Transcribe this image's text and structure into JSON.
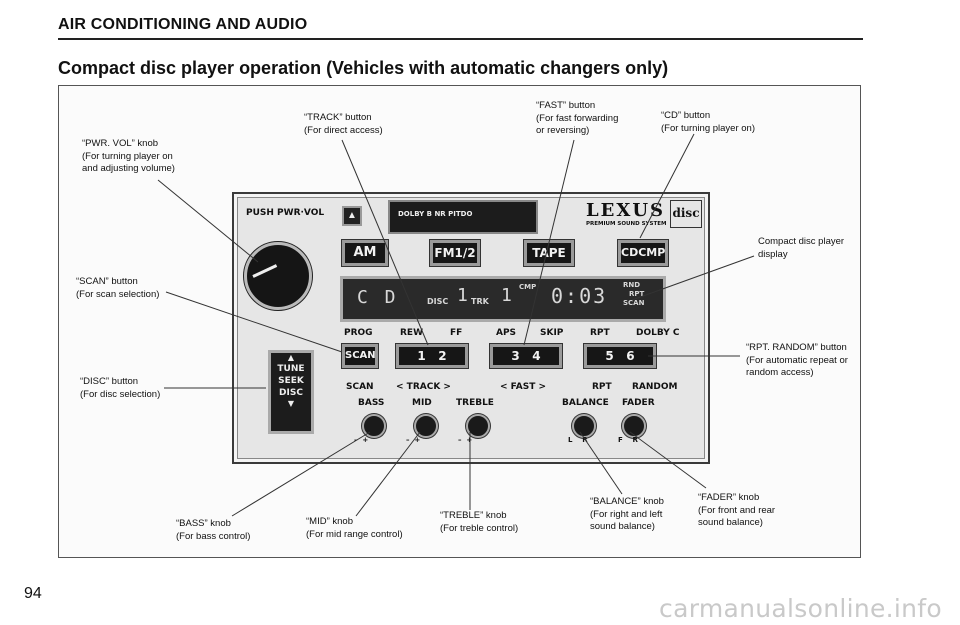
{
  "header": {
    "section_title": "AIR CONDITIONING AND AUDIO"
  },
  "subtitle": "Compact disc player operation (Vehicles with automatic changers only)",
  "page_number": "94",
  "watermark": "carmanualsonline.info",
  "callouts": {
    "pwr_vol": "“PWR. VOL” knob\n(For turning player on\nand adjusting volume)",
    "track": "“TRACK” button\n(For direct access)",
    "fast": "“FAST” button\n(For fast forwarding\nor reversing)",
    "cd": "“CD” button\n(For turning player on)",
    "display": "Compact disc player\ndisplay",
    "scan": "“SCAN” button\n(For scan selection)",
    "rpt_random": "“RPT. RANDOM” button\n(For automatic repeat or\nrandom access)",
    "disc": "“DISC” button\n(For disc selection)",
    "bass": "“BASS” knob\n(For bass control)",
    "mid": "“MID” knob\n(For mid range control)",
    "treble": "“TREBLE” knob\n(For treble control)",
    "balance": "“BALANCE” knob\n(For right and left\nsound balance)",
    "fader": "“FADER” knob\n(For front and rear\nsound balance)"
  },
  "unit": {
    "push_pwr_vol": "PUSH PWR·VOL",
    "cassette_label": "DOLBY B NR  PITDO",
    "eject_glyph": "▲",
    "lexus": "LEXUS",
    "lexus_sub": "PREMIUM SOUND SYSTEM",
    "disc_logo": "disc",
    "btn_am": "AM",
    "btn_fm": "FM1/2",
    "btn_tape": "TAPE",
    "btn_cd": "CDCMP",
    "lcd_cd": "C D",
    "lcd_disc": "DISC",
    "lcd_disc_num": "1",
    "lcd_trk": "TRK",
    "lcd_trk_num": "1",
    "lcd_cmp": "CMP",
    "lcd_time": "0:03",
    "lcd_rnd": "RND",
    "lcd_rpt": "RPT",
    "lcd_scan": "SCAN",
    "row_labels": [
      "PROG",
      "REW",
      "FF",
      "APS",
      "SKIP",
      "RPT",
      "DOLBY C"
    ],
    "btn_scan": "SCAN",
    "btn_12": "1   2",
    "btn_34": "3   4",
    "btn_56": "5   6",
    "tune_text": "TUNE\nSEEK\nDISC",
    "lower_labels": [
      "SCAN",
      "< TRACK >",
      "< FAST >",
      "RPT",
      "RANDOM"
    ],
    "knob_labels": [
      "BASS",
      "MID",
      "TREBLE",
      "BALANCE",
      "FADER"
    ],
    "minus_plus": "–  +",
    "lr": "L    R",
    "fr": "F    R"
  }
}
